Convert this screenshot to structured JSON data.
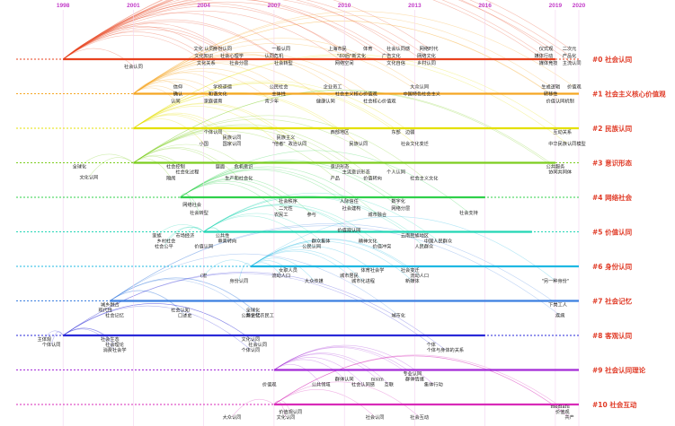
{
  "chart_data": {
    "type": "timeline",
    "title": "",
    "xlabel": "",
    "ylabel": "",
    "x_range": [
      1996,
      2020
    ],
    "year_ticks": [
      1998,
      2001,
      2004,
      2007,
      2010,
      2013,
      2016,
      2019,
      2020
    ],
    "clusters": [
      {
        "id": 0,
        "label": "#0 社会认同",
        "color": "#e8421e",
        "start": 1998,
        "end": 2019
      },
      {
        "id": 1,
        "label": "#1 社会主义核心价值观",
        "color": "#f5a623",
        "start": 2001,
        "end": 2020
      },
      {
        "id": 2,
        "label": "#2 民族认同",
        "color": "#e4e000",
        "start": 2001,
        "end": 2020
      },
      {
        "id": 3,
        "label": "#3 意识形态",
        "color": "#7ccd1e",
        "start": 2001,
        "end": 2019
      },
      {
        "id": 4,
        "label": "#4 网络社会",
        "color": "#2fd04a",
        "start": 2003,
        "end": 2016
      },
      {
        "id": 5,
        "label": "#5 价值认同",
        "color": "#22d6b5",
        "start": 2004,
        "end": 2018
      },
      {
        "id": 6,
        "label": "#6 身份认同",
        "color": "#1fb8e3",
        "start": 2006,
        "end": 2020
      },
      {
        "id": 7,
        "label": "#7 社会记忆",
        "color": "#3b7fe0",
        "start": 2000,
        "end": 2020
      },
      {
        "id": 8,
        "label": "#8 客观认同",
        "color": "#2a2ad8",
        "start": 1998,
        "end": 2016
      },
      {
        "id": 9,
        "label": "#9 社会认同理论",
        "color": "#a42ad8",
        "start": 2007,
        "end": 2020
      },
      {
        "id": 10,
        "label": "#10 社会互动",
        "color": "#d82ab8",
        "start": 2007,
        "end": 2020
      }
    ],
    "keywords": [
      {
        "c": 0,
        "t": "社会认同",
        "x": 2001.0,
        "dy": 10
      },
      {
        "c": 0,
        "t": "文化 认同",
        "x": 2004.0,
        "dy": -10
      },
      {
        "c": 0,
        "t": "身份认同",
        "x": 2004.8,
        "dy": -10
      },
      {
        "c": 0,
        "t": "一般认同",
        "x": 2007.3,
        "dy": -10
      },
      {
        "c": 0,
        "t": "上海市民",
        "x": 2009.7,
        "dy": -10
      },
      {
        "c": 0,
        "t": "体育",
        "x": 2011.0,
        "dy": -10
      },
      {
        "c": 0,
        "t": "社会认同感",
        "x": 2012.3,
        "dy": -10
      },
      {
        "c": 0,
        "t": "网络时代",
        "x": 2013.6,
        "dy": -10
      },
      {
        "c": 0,
        "t": "仪式观",
        "x": 2018.6,
        "dy": -10
      },
      {
        "c": 0,
        "t": "二次元",
        "x": 2019.6,
        "dy": -10
      },
      {
        "c": 0,
        "t": "文化知识",
        "x": 2004.0,
        "dy": -2
      },
      {
        "c": 0,
        "t": "社会心理学",
        "x": 2005.2,
        "dy": -2
      },
      {
        "c": 0,
        "t": "认同危机",
        "x": 2007.0,
        "dy": -2
      },
      {
        "c": 0,
        "t": "\"80后\"新文化",
        "x": 2010.3,
        "dy": -2
      },
      {
        "c": 0,
        "t": "广告文化",
        "x": 2012.0,
        "dy": -2
      },
      {
        "c": 0,
        "t": "网络文化",
        "x": 2013.5,
        "dy": -2
      },
      {
        "c": 0,
        "t": "媒体行动",
        "x": 2018.5,
        "dy": -2
      },
      {
        "c": 0,
        "t": "产品化",
        "x": 2019.6,
        "dy": -2
      },
      {
        "c": 0,
        "t": "文化关系",
        "x": 2004.1,
        "dy": 6
      },
      {
        "c": 0,
        "t": "社会分层",
        "x": 2005.5,
        "dy": 6
      },
      {
        "c": 0,
        "t": "社会转型",
        "x": 2007.4,
        "dy": 6
      },
      {
        "c": 0,
        "t": "网络空间",
        "x": 2010.0,
        "dy": 6
      },
      {
        "c": 0,
        "t": "文化自信",
        "x": 2012.2,
        "dy": 6
      },
      {
        "c": 0,
        "t": "乡村认同",
        "x": 2013.5,
        "dy": 6
      },
      {
        "c": 0,
        "t": "媒体竞技",
        "x": 2018.7,
        "dy": 6
      },
      {
        "c": 0,
        "t": "主流认同",
        "x": 2019.7,
        "dy": 6
      },
      {
        "c": 1,
        "t": "信仰",
        "x": 2002.9,
        "dy": -6
      },
      {
        "c": 1,
        "t": "学校道德",
        "x": 2004.8,
        "dy": -6
      },
      {
        "c": 1,
        "t": "公民社会",
        "x": 2007.2,
        "dy": -6
      },
      {
        "c": 1,
        "t": "企业员工",
        "x": 2009.5,
        "dy": -6
      },
      {
        "c": 1,
        "t": "大众认同",
        "x": 2013.2,
        "dy": -6
      },
      {
        "c": 1,
        "t": "生成逻辑",
        "x": 2018.8,
        "dy": -6
      },
      {
        "c": 1,
        "t": "价值观",
        "x": 2019.8,
        "dy": -6
      },
      {
        "c": 1,
        "t": "确认",
        "x": 2002.9,
        "dy": 2
      },
      {
        "c": 1,
        "t": "和谐文化",
        "x": 2004.6,
        "dy": 2
      },
      {
        "c": 1,
        "t": "主体性",
        "x": 2007.2,
        "dy": 2
      },
      {
        "c": 1,
        "t": "社会主义核心价值观",
        "x": 2010.5,
        "dy": 2
      },
      {
        "c": 1,
        "t": "中国特色社会主义",
        "x": 2013.3,
        "dy": 2
      },
      {
        "c": 1,
        "t": "转移性",
        "x": 2018.8,
        "dy": 2
      },
      {
        "c": 1,
        "t": "认同",
        "x": 2002.8,
        "dy": 10
      },
      {
        "c": 1,
        "t": "家庭德育",
        "x": 2004.4,
        "dy": 10
      },
      {
        "c": 1,
        "t": "青少年",
        "x": 2006.9,
        "dy": 10
      },
      {
        "c": 1,
        "t": "健康认同",
        "x": 2009.2,
        "dy": 10
      },
      {
        "c": 1,
        "t": "社会核心价值观",
        "x": 2011.5,
        "dy": 10
      },
      {
        "c": 1,
        "t": "价值认同机制",
        "x": 2019.2,
        "dy": 10
      },
      {
        "c": 2,
        "t": "个体认同",
        "x": 2004.4,
        "dy": 6
      },
      {
        "c": 2,
        "t": "民族认同",
        "x": 2005.2,
        "dy": 12
      },
      {
        "c": 2,
        "t": "民族主义",
        "x": 2007.5,
        "dy": 12
      },
      {
        "c": 2,
        "t": "西部地区",
        "x": 2009.8,
        "dy": 6
      },
      {
        "c": 2,
        "t": "东部",
        "x": 2012.2,
        "dy": 6
      },
      {
        "c": 2,
        "t": "边疆",
        "x": 2012.8,
        "dy": 6
      },
      {
        "c": 2,
        "t": "互动关系",
        "x": 2019.3,
        "dy": 6
      },
      {
        "c": 2,
        "t": "小国",
        "x": 2004.0,
        "dy": 19
      },
      {
        "c": 2,
        "t": "国家认同",
        "x": 2005.2,
        "dy": 19
      },
      {
        "c": 2,
        "t": "\"他者\"",
        "x": 2007.2,
        "dy": 19
      },
      {
        "c": 2,
        "t": "政治认同",
        "x": 2008.0,
        "dy": 19
      },
      {
        "c": 2,
        "t": "民族认同",
        "x": 2010.6,
        "dy": 19
      },
      {
        "c": 2,
        "t": "社会文化变迁",
        "x": 2013.0,
        "dy": 19
      },
      {
        "c": 2,
        "t": "中华民族认同模型",
        "x": 2019.5,
        "dy": 19
      },
      {
        "c": 3,
        "t": "全球化",
        "x": 1998.7,
        "dy": 6
      },
      {
        "c": 3,
        "t": "社会控制",
        "x": 2002.8,
        "dy": 6
      },
      {
        "c": 3,
        "t": "层面",
        "x": 2004.7,
        "dy": 6
      },
      {
        "c": 3,
        "t": "危机意识",
        "x": 2005.7,
        "dy": 6
      },
      {
        "c": 3,
        "t": "意识形态",
        "x": 2009.8,
        "dy": 6
      },
      {
        "c": 3,
        "t": "公共服务",
        "x": 2019.0,
        "dy": 6
      },
      {
        "c": 3,
        "t": "文化认同",
        "x": 1999.1,
        "dy": 18
      },
      {
        "c": 3,
        "t": "社会化过程",
        "x": 2003.3,
        "dy": 12
      },
      {
        "c": 3,
        "t": "主流意识形态",
        "x": 2010.5,
        "dy": 12
      },
      {
        "c": 3,
        "t": "个人认同",
        "x": 2012.2,
        "dy": 12
      },
      {
        "c": 3,
        "t": "协同共同体",
        "x": 2019.2,
        "dy": 12
      },
      {
        "c": 3,
        "t": "隔阂",
        "x": 2002.6,
        "dy": 19
      },
      {
        "c": 3,
        "t": "生产和社会化",
        "x": 2005.5,
        "dy": 19
      },
      {
        "c": 3,
        "t": "产品",
        "x": 2009.6,
        "dy": 19
      },
      {
        "c": 3,
        "t": "价值转向",
        "x": 2011.2,
        "dy": 19
      },
      {
        "c": 3,
        "t": "社会主义文化",
        "x": 2013.4,
        "dy": 19
      },
      {
        "c": 4,
        "t": "网络社会",
        "x": 2003.5,
        "dy": 10
      },
      {
        "c": 4,
        "t": "社会秩序",
        "x": 2007.6,
        "dy": 6
      },
      {
        "c": 4,
        "t": "人际信任",
        "x": 2010.2,
        "dy": 6
      },
      {
        "c": 4,
        "t": "数字化",
        "x": 2012.3,
        "dy": 6
      },
      {
        "c": 4,
        "t": "社会转型",
        "x": 2003.8,
        "dy": 19
      },
      {
        "c": 4,
        "t": "二元性",
        "x": 2007.5,
        "dy": 14
      },
      {
        "c": 4,
        "t": "社会建构",
        "x": 2010.3,
        "dy": 14
      },
      {
        "c": 4,
        "t": "网络分层",
        "x": 2012.4,
        "dy": 14
      },
      {
        "c": 4,
        "t": "社会支持",
        "x": 2015.3,
        "dy": 19
      },
      {
        "c": 4,
        "t": "农民工",
        "x": 2007.3,
        "dy": 21
      },
      {
        "c": 4,
        "t": "参与",
        "x": 2008.6,
        "dy": 21
      },
      {
        "c": 4,
        "t": "城市融合",
        "x": 2011.4,
        "dy": 21
      },
      {
        "c": 5,
        "t": "家族",
        "x": 2002.0,
        "dy": 6
      },
      {
        "c": 5,
        "t": "市场经济",
        "x": 2003.2,
        "dy": 6
      },
      {
        "c": 5,
        "t": "公共性",
        "x": 2004.8,
        "dy": 6
      },
      {
        "c": 5,
        "t": "价值观认同",
        "x": 2010.2,
        "dy": 0
      },
      {
        "c": 5,
        "t": "云南民族地区",
        "x": 2013.0,
        "dy": 6
      },
      {
        "c": 5,
        "t": "乡村社会",
        "x": 2002.4,
        "dy": 12
      },
      {
        "c": 5,
        "t": "审美转向",
        "x": 2005.0,
        "dy": 12
      },
      {
        "c": 5,
        "t": "群众集体",
        "x": 2009.0,
        "dy": 12
      },
      {
        "c": 5,
        "t": "精神文化",
        "x": 2011.0,
        "dy": 12
      },
      {
        "c": 5,
        "t": "中国人民群众",
        "x": 2014.0,
        "dy": 12
      },
      {
        "c": 5,
        "t": "社会公平",
        "x": 2002.3,
        "dy": 18
      },
      {
        "c": 5,
        "t": "价值认同",
        "x": 2004.0,
        "dy": 18
      },
      {
        "c": 5,
        "t": "公民认同",
        "x": 2008.6,
        "dy": 18
      },
      {
        "c": 5,
        "t": "价值冲突",
        "x": 2011.6,
        "dy": 18
      },
      {
        "c": 5,
        "t": "人民群众",
        "x": 2013.4,
        "dy": 18
      },
      {
        "c": 6,
        "t": "女职人员",
        "x": 2007.6,
        "dy": 6
      },
      {
        "c": 6,
        "t": "体育社会学",
        "x": 2011.2,
        "dy": 6
      },
      {
        "c": 6,
        "t": "社会变迁",
        "x": 2012.8,
        "dy": 6
      },
      {
        "c": 6,
        "t": "(宏",
        "x": 2004.0,
        "dy": 12
      },
      {
        "c": 6,
        "t": "流动人口",
        "x": 2007.3,
        "dy": 12
      },
      {
        "c": 6,
        "t": "城市居民",
        "x": 2010.2,
        "dy": 12
      },
      {
        "c": 6,
        "t": "流动人口",
        "x": 2013.2,
        "dy": 12
      },
      {
        "c": 6,
        "t": "身份认同",
        "x": 2005.5,
        "dy": 18
      },
      {
        "c": 6,
        "t": "大众传媒",
        "x": 2008.7,
        "dy": 18
      },
      {
        "c": 6,
        "t": "城市化进程",
        "x": 2010.8,
        "dy": 18
      },
      {
        "c": 6,
        "t": "新媒体",
        "x": 2012.9,
        "dy": 18
      },
      {
        "c": 6,
        "t": "\"另一种身份\"",
        "x": 2019.0,
        "dy": 18
      },
      {
        "c": 7,
        "t": "城乡融合",
        "x": 2000.0,
        "dy": 6
      },
      {
        "c": 7,
        "t": "社会认知",
        "x": 2003.0,
        "dy": 12
      },
      {
        "c": 7,
        "t": "全球化",
        "x": 2006.1,
        "dy": 12
      },
      {
        "c": 7,
        "t": "下岗工人",
        "x": 2019.1,
        "dy": 6
      },
      {
        "c": 7,
        "t": "现代性",
        "x": 1999.8,
        "dy": 12
      },
      {
        "c": 7,
        "t": "公共记忆",
        "x": 2006.0,
        "dy": 18
      },
      {
        "c": 7,
        "t": "社会记忆",
        "x": 2000.2,
        "dy": 18
      },
      {
        "c": 7,
        "t": "口述史",
        "x": 2003.2,
        "dy": 18
      },
      {
        "c": 7,
        "t": "新生代农民工",
        "x": 2006.4,
        "dy": 18
      },
      {
        "c": 7,
        "t": "城市化",
        "x": 2012.3,
        "dy": 18
      },
      {
        "c": 7,
        "t": "疾病",
        "x": 2019.2,
        "dy": 18
      },
      {
        "c": 8,
        "t": "主体观",
        "x": 1997.2,
        "dy": 6
      },
      {
        "c": 8,
        "t": "社会生态",
        "x": 2000.0,
        "dy": 6
      },
      {
        "c": 8,
        "t": "文化认同",
        "x": 2006.0,
        "dy": 6
      },
      {
        "c": 8,
        "t": "个体认同",
        "x": 1997.5,
        "dy": 12
      },
      {
        "c": 8,
        "t": "社会理论",
        "x": 2000.2,
        "dy": 12
      },
      {
        "c": 8,
        "t": "社会认同",
        "x": 2006.3,
        "dy": 12
      },
      {
        "c": 8,
        "t": "个体",
        "x": 2013.7,
        "dy": 12
      },
      {
        "c": 8,
        "t": "消费社会学",
        "x": 2000.2,
        "dy": 18
      },
      {
        "c": 8,
        "t": "个体认同",
        "x": 2006.0,
        "dy": 18
      },
      {
        "c": 8,
        "t": "个体与身体的关系",
        "x": 2014.3,
        "dy": 18
      },
      {
        "c": 9,
        "t": "群体认同",
        "x": 2010.0,
        "dy": 12
      },
      {
        "c": 9,
        "t": "专业认同",
        "x": 2012.9,
        "dy": 6
      },
      {
        "c": 9,
        "t": "群体情绪",
        "x": 2013.0,
        "dy": 12
      },
      {
        "c": 9,
        "t": "价值观",
        "x": 2006.8,
        "dy": 18
      },
      {
        "c": 9,
        "t": "公共领域",
        "x": 2009.0,
        "dy": 18
      },
      {
        "c": 9,
        "t": "社会认同感",
        "x": 2010.8,
        "dy": 18
      },
      {
        "c": 9,
        "t": "msim",
        "x": 2011.4,
        "dy": 12
      },
      {
        "c": 9,
        "t": "互联",
        "x": 2011.9,
        "dy": 18
      },
      {
        "c": 9,
        "t": "集体行动",
        "x": 2013.8,
        "dy": 18
      },
      {
        "c": 10,
        "t": "价值观认同",
        "x": 2007.7,
        "dy": 10
      },
      {
        "c": 10,
        "t": "社会认同",
        "x": 2011.3,
        "dy": 16
      },
      {
        "c": 10,
        "t": "社会互动",
        "x": 2013.2,
        "dy": 16
      },
      {
        "c": 10,
        "t": "mediafu",
        "x": 2019.2,
        "dy": 4
      },
      {
        "c": 10,
        "t": "价值观",
        "x": 2019.3,
        "dy": 10
      },
      {
        "c": 10,
        "t": "大众认同",
        "x": 2005.2,
        "dy": 16
      },
      {
        "c": 10,
        "t": "文化认同",
        "x": 2007.5,
        "dy": 16
      },
      {
        "c": 10,
        "t": "共产",
        "x": 2019.6,
        "dy": 16
      }
    ]
  }
}
